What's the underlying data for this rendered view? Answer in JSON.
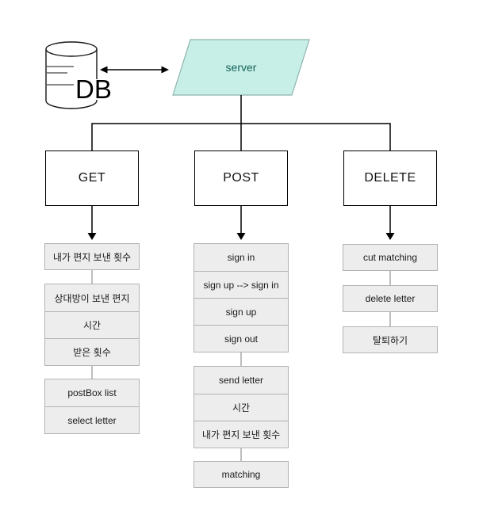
{
  "top": {
    "db_label": "DB",
    "server_label": "server"
  },
  "colors": {
    "server_fill": "#c8efe7",
    "server_stroke": "#8db5ad",
    "server_text": "#15655c",
    "item_fill": "#ededed",
    "item_border": "#b3b3b3",
    "tree_line": "#000000",
    "connector": "#a8a8a8"
  },
  "columns": {
    "get": {
      "label": "GET",
      "items": [
        "내가 편지 보낸 횟수",
        "상대방이 보낸 편지",
        "시간",
        "받은 횟수",
        "postBox list",
        "select letter"
      ]
    },
    "post": {
      "label": "POST",
      "items": [
        "sign in",
        "sign up --> sign in",
        "sign up",
        "sign out",
        "send letter",
        "시간",
        "내가 편지 보낸 횟수",
        "matching"
      ]
    },
    "delete": {
      "label": "DELETE",
      "items": [
        "cut matching",
        "delete letter",
        "탈퇴하기"
      ]
    }
  }
}
